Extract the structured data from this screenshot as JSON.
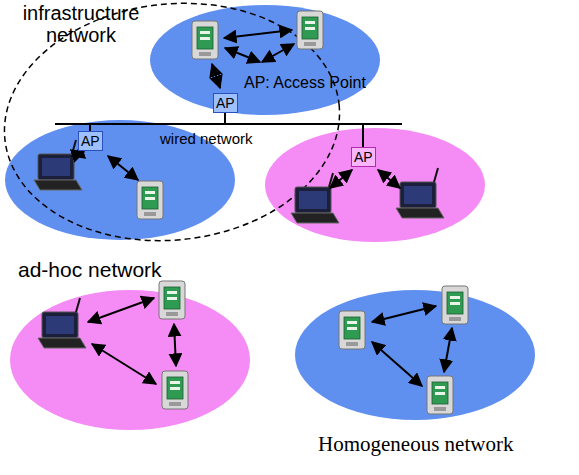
{
  "diagram": {
    "nodes": [
      {
        "text": [
          "AP"
        ]
      },
      {
        "text": [
          "AP"
        ]
      },
      {
        "text": [
          "AP"
        ]
      }
    ],
    "labels": [
      "infrastructure network",
      "AP: Access Point",
      "wired network",
      "ad-hoc network",
      "Homogeneous network"
    ]
  }
}
